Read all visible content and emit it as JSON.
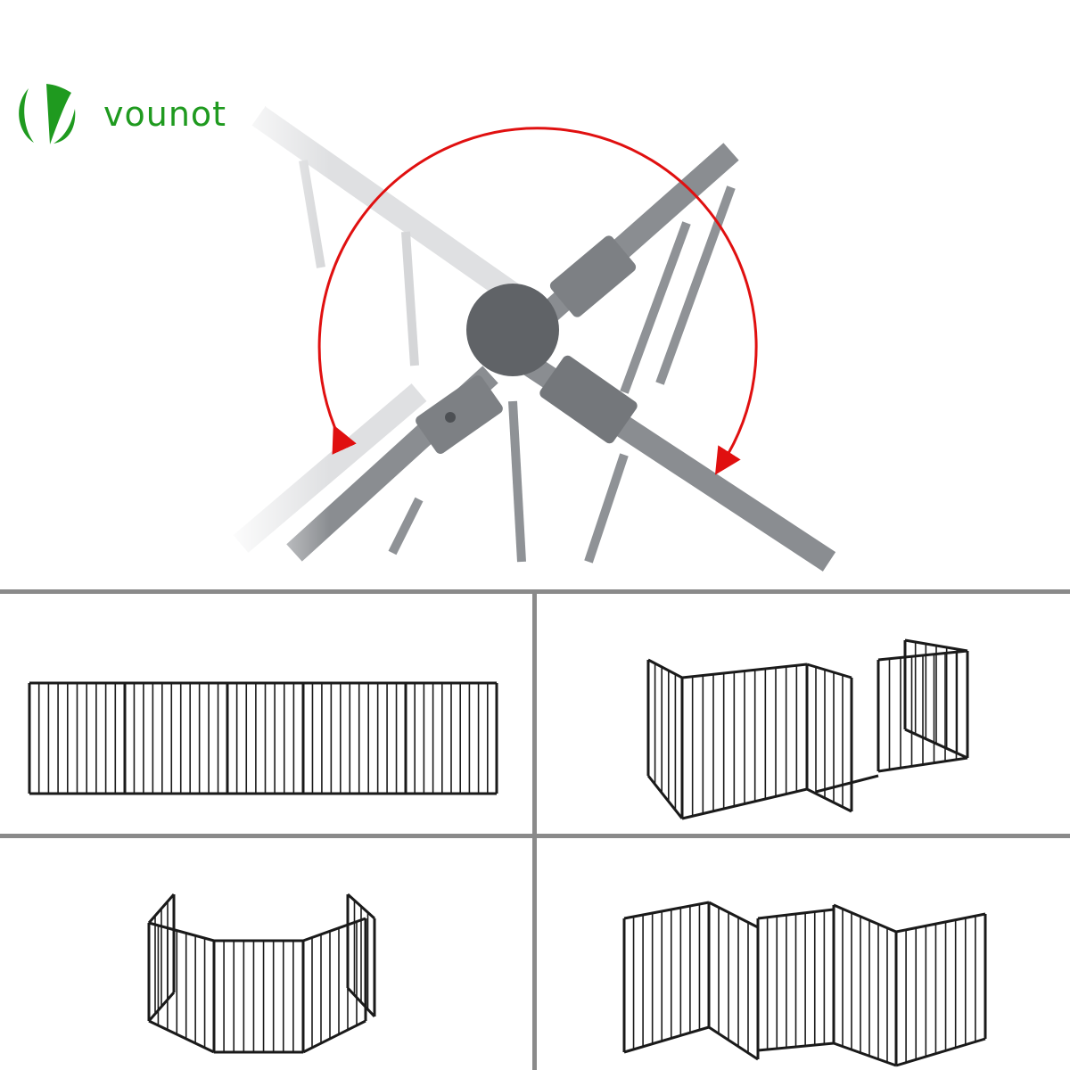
{
  "brand": {
    "name": "vounot",
    "color": "#1f9a1f"
  },
  "colors": {
    "arrow": "#e01010",
    "joint": "#6b6e72",
    "fence": "#1a1a1a",
    "divider": "#8a8a8a"
  },
  "panels": [
    {
      "view": "straight-line-layout"
    },
    {
      "view": "open-gate-layout"
    },
    {
      "view": "hexagon-layout"
    },
    {
      "view": "zigzag-layout"
    }
  ]
}
